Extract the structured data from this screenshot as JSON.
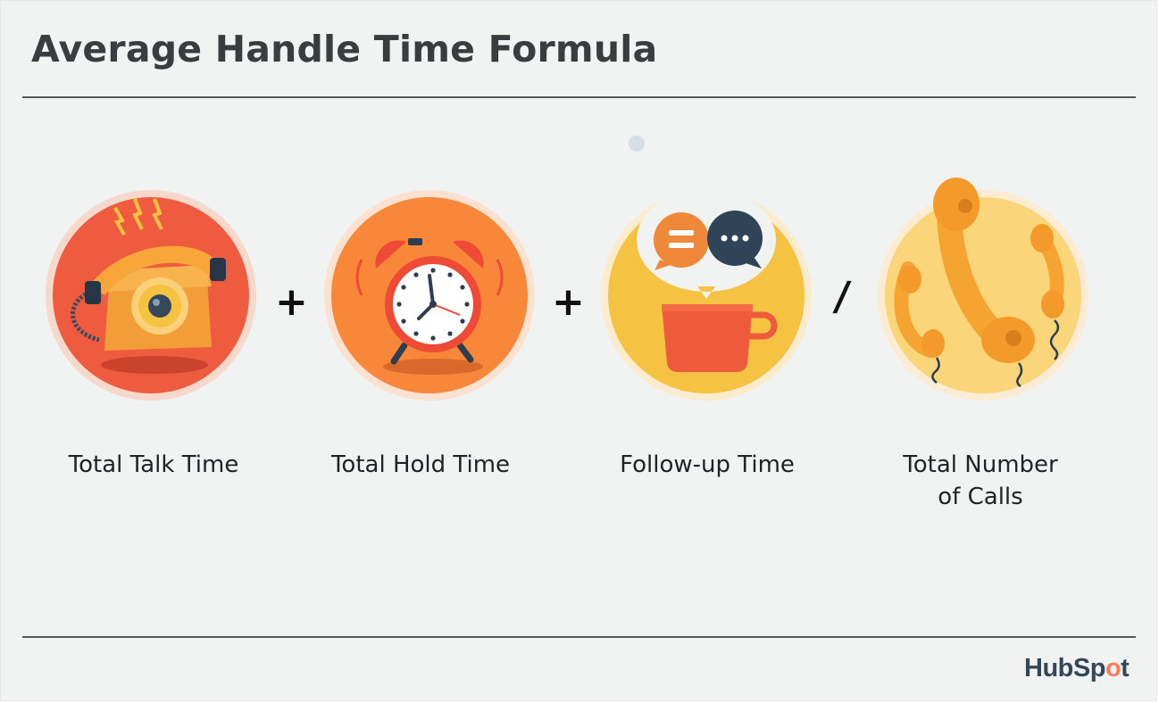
{
  "title": "Average Handle Time Formula",
  "terms": [
    {
      "label": "Total Talk Time",
      "icon": "rotary-telephone-icon"
    },
    {
      "label": "Total Hold Time",
      "icon": "alarm-clock-icon"
    },
    {
      "label": "Follow-up Time",
      "icon": "coffee-chat-icon"
    },
    {
      "label_line1": "Total Number",
      "label_line2": "of Calls",
      "icon": "phone-handsets-icon"
    }
  ],
  "operators": [
    "+",
    "+",
    "/"
  ],
  "logo": {
    "text_a": "HubSp",
    "text_o": "o",
    "text_b": "t"
  },
  "colors": {
    "background": "#f1f2f2",
    "title": "#393d3f",
    "red_circle": "#ef5b3f",
    "orange_circle": "#f8873a",
    "yellow_circle": "#f6c242",
    "light_yellow_circle": "#fbd57a",
    "brand_orange": "#ff7a59"
  }
}
